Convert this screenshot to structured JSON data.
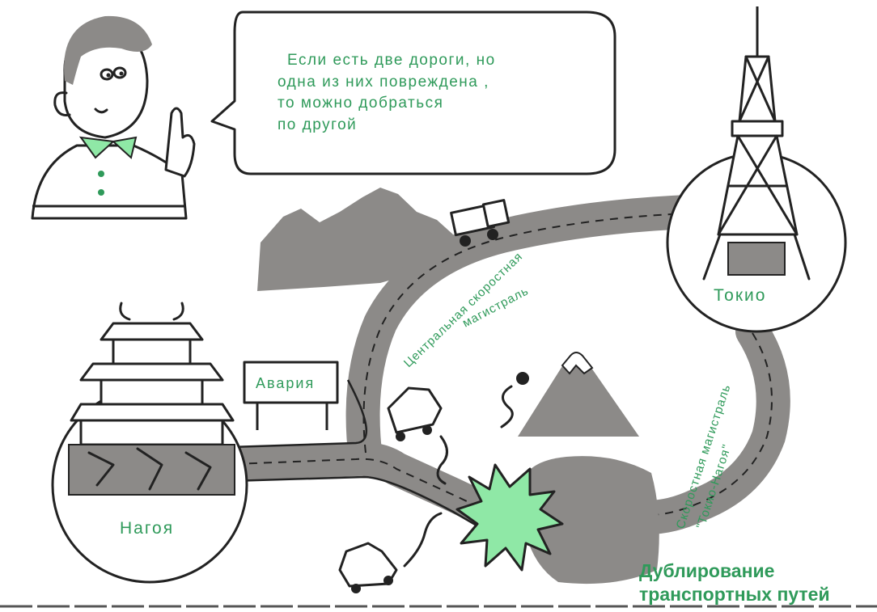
{
  "speech": {
    "lines": [
      "Если есть две дороги, но",
      "одна из них повреждена ,",
      "то можно добраться",
      "по другой"
    ]
  },
  "cities": {
    "tokyo": "Токио",
    "nagoya": "Нагоя"
  },
  "sign": {
    "label": "Авария"
  },
  "roads": {
    "central_line1": "Центральная скоростная",
    "central_line2": "магистраль",
    "tomei_line1": "Скоростная магистраль",
    "tomei_line2": "\"Токио-Нагоя\""
  },
  "title": {
    "line1": "Дублирование",
    "line2": "транспортных путей"
  },
  "colors": {
    "text_green": "#2f9a5a",
    "burst_green": "#8fe8a6",
    "road_gray": "#8c8a88",
    "ink": "#222222"
  }
}
